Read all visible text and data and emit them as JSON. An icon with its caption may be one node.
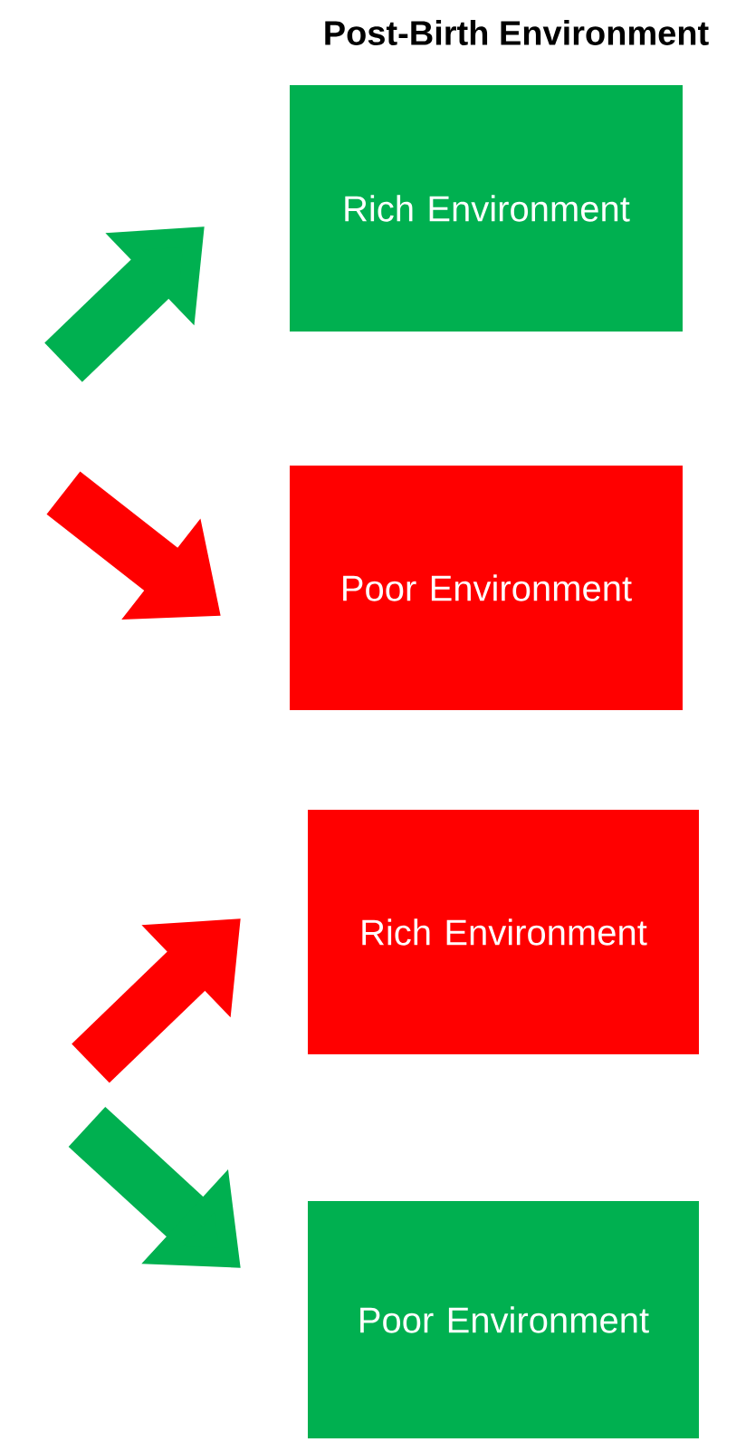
{
  "diagram": {
    "title": "Post-Birth Environment",
    "nodes": [
      {
        "text": [
          "Rich Environment"
        ]
      },
      {
        "text": [
          "Poor Environment"
        ]
      },
      {
        "text": [
          "Rich Environment"
        ]
      },
      {
        "text": [
          "Poor Environment"
        ]
      }
    ]
  }
}
